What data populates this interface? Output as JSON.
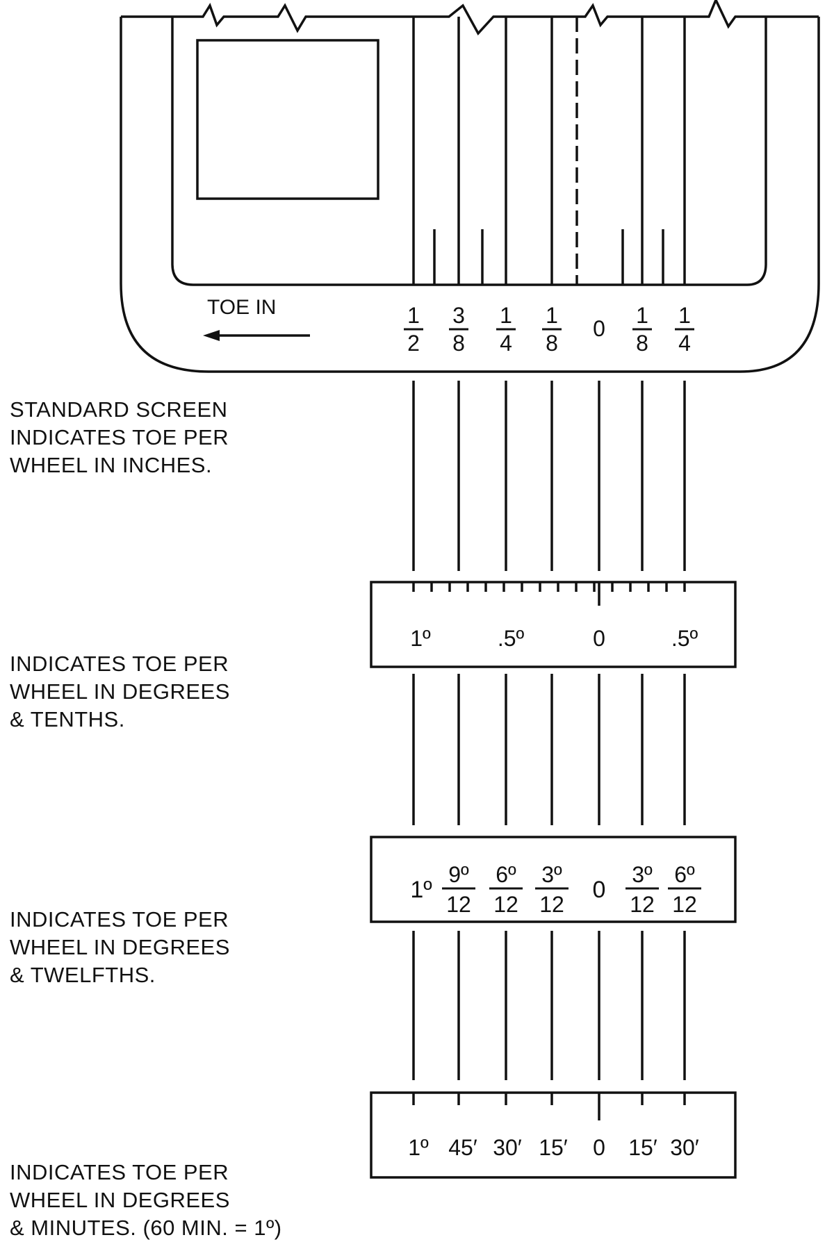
{
  "screen": {
    "toe_in_label": "TOE IN",
    "fractions": [
      {
        "num": "1",
        "den": "2"
      },
      {
        "num": "3",
        "den": "8"
      },
      {
        "num": "1",
        "den": "4"
      },
      {
        "num": "1",
        "den": "8"
      },
      {
        "zero": "0"
      },
      {
        "num": "1",
        "den": "8"
      },
      {
        "num": "1",
        "den": "4"
      }
    ]
  },
  "scale_tenths": {
    "labels": [
      "1º",
      ".5º",
      "0",
      ".5º"
    ]
  },
  "scale_twelfths": {
    "one": "1º",
    "fractions": [
      {
        "num": "9º",
        "den": "12"
      },
      {
        "num": "6º",
        "den": "12"
      },
      {
        "num": "3º",
        "den": "12"
      },
      {
        "zero": "0"
      },
      {
        "num": "3º",
        "den": "12"
      },
      {
        "num": "6º",
        "den": "12"
      }
    ]
  },
  "scale_minutes": {
    "labels": [
      "1º",
      "45′",
      "30′",
      "15′",
      "0",
      "15′",
      "30′"
    ]
  },
  "descriptions": {
    "standard": [
      "STANDARD SCREEN",
      "INDICATES TOE PER",
      "WHEEL IN INCHES."
    ],
    "tenths": [
      "INDICATES TOE PER",
      "WHEEL IN DEGREES",
      "& TENTHS."
    ],
    "twelfths": [
      "INDICATES TOE PER",
      "WHEEL IN DEGREES",
      "& TWELFTHS."
    ],
    "minutes": [
      "INDICATES TOE PER",
      "WHEEL IN DEGREES",
      "& MINUTES. (60 MIN. = 1º)"
    ]
  }
}
